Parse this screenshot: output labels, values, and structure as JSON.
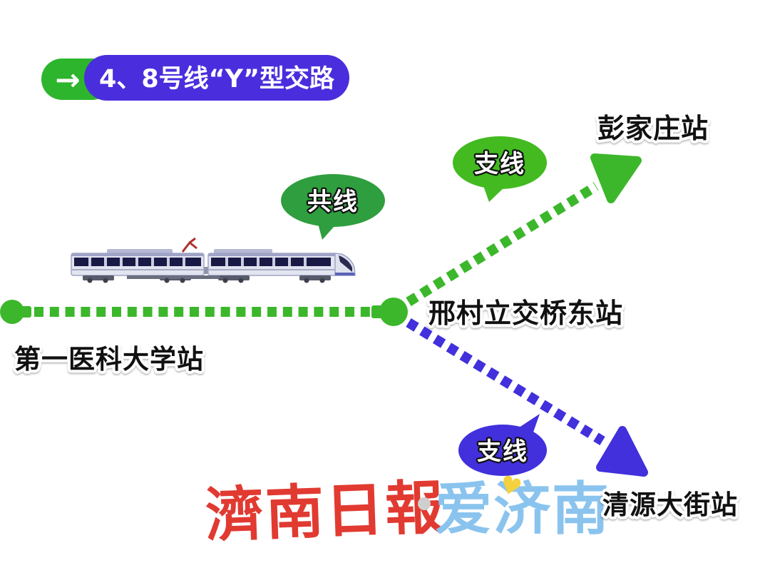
{
  "header": {
    "arrow": "→",
    "title": "4、8号线“Y”型交路"
  },
  "bubbles": {
    "shared_label": "共线",
    "branch_top_label": "支线",
    "branch_bottom_label": "支线"
  },
  "stations": {
    "first_medical": "第一医科大学站",
    "xingcun_east": "邢村立交桥东站",
    "pengjiazhuang": "彭家庄站",
    "qingyuan": "清源大街站"
  },
  "footer": {
    "jinan_daily": "濟南日報",
    "dot": "",
    "ai_jinan": "爱济南",
    "heart": "♥"
  },
  "colors": {
    "line_green": "#3CB72B",
    "bubble_dark_green": "#2F9E3E",
    "bubble_bright_green": "#42BA20",
    "line_blue": "#4130DC",
    "title_pill_blue": "#4A2EDD",
    "title_chip_green": "#2DB52D",
    "logo_red": "#E13A31",
    "logo_light_blue": "#8AC4EE",
    "heart_yellow": "#F3D23E",
    "train_body": "#E2E4F0",
    "train_window": "#191945"
  }
}
